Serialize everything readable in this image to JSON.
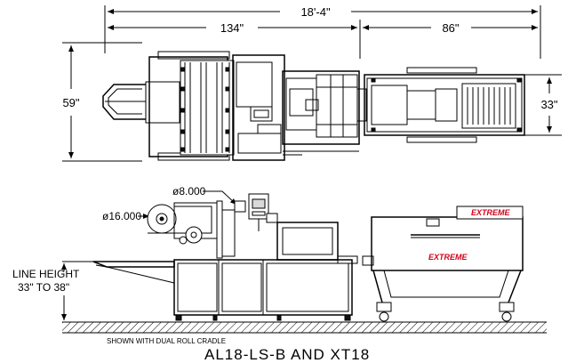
{
  "dimensions": {
    "overall_length": "18'-4\"",
    "left_length": "134\"",
    "right_length": "86\"",
    "left_width": "59\"",
    "right_width": "33\"",
    "roll_large": "ø16.000",
    "roll_small": "ø8.000",
    "line_height_label": "LINE HEIGHT",
    "line_height_range": "33\" TO 38\""
  },
  "branding": {
    "tunnel_top": "EXTREME",
    "tunnel_side": "EXTREME",
    "accent_color": "#d0021b"
  },
  "footer": {
    "note": "SHOWN WITH DUAL ROLL CRADLE",
    "model_title": "AL18-LS-B AND XT18"
  }
}
